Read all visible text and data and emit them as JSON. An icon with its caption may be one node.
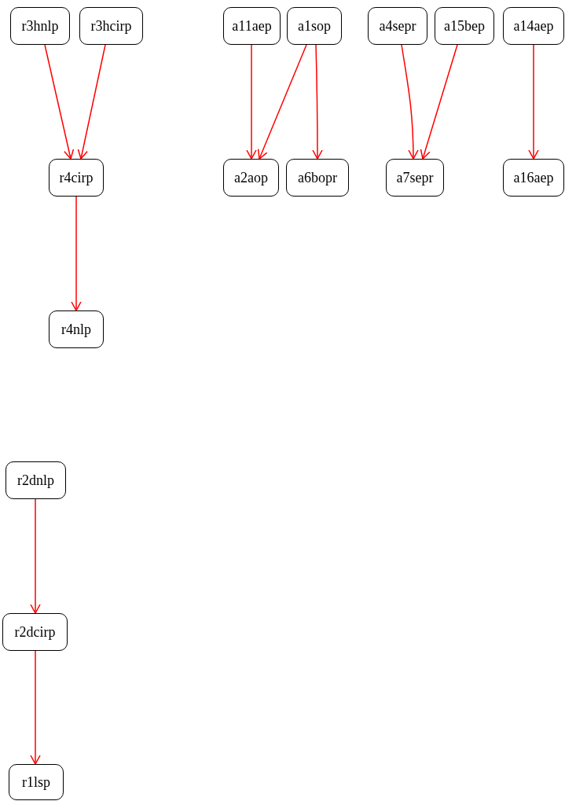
{
  "diagram": {
    "nodes": [
      {
        "text": [
          "r3hnlp"
        ]
      },
      {
        "text": [
          "r3hcirp"
        ]
      },
      {
        "text": [
          "a11aep"
        ]
      },
      {
        "text": [
          "a1sop"
        ]
      },
      {
        "text": [
          "a4sepr"
        ]
      },
      {
        "text": [
          "a15bep"
        ]
      },
      {
        "text": [
          "a14aep"
        ]
      },
      {
        "text": [
          "r4cirp"
        ]
      },
      {
        "text": [
          "a2aop"
        ]
      },
      {
        "text": [
          "a6bopr"
        ]
      },
      {
        "text": [
          "a7sepr"
        ]
      },
      {
        "text": [
          "a16aep"
        ]
      },
      {
        "text": [
          "r4nlp"
        ]
      },
      {
        "text": [
          "r2dnlp"
        ]
      },
      {
        "text": [
          "r2dcirp"
        ]
      },
      {
        "text": [
          "r1lsp"
        ]
      }
    ],
    "edges": [
      {
        "from": 0,
        "to": 7,
        "arrow": "to"
      },
      {
        "from": 1,
        "to": 7,
        "arrow": "to"
      },
      {
        "from": 2,
        "to": 8,
        "arrow": "to"
      },
      {
        "from": 3,
        "to": 8,
        "arrow": "to"
      },
      {
        "from": 3,
        "to": 9,
        "arrow": "to"
      },
      {
        "from": 4,
        "to": 10,
        "arrow": "to"
      },
      {
        "from": 5,
        "to": 10,
        "arrow": "to"
      },
      {
        "from": 6,
        "to": 11,
        "arrow": "to"
      },
      {
        "from": 7,
        "to": 12,
        "arrow": "to"
      },
      {
        "from": 13,
        "to": 14,
        "arrow": "to"
      },
      {
        "from": 14,
        "to": 15,
        "arrow": "to"
      }
    ]
  }
}
